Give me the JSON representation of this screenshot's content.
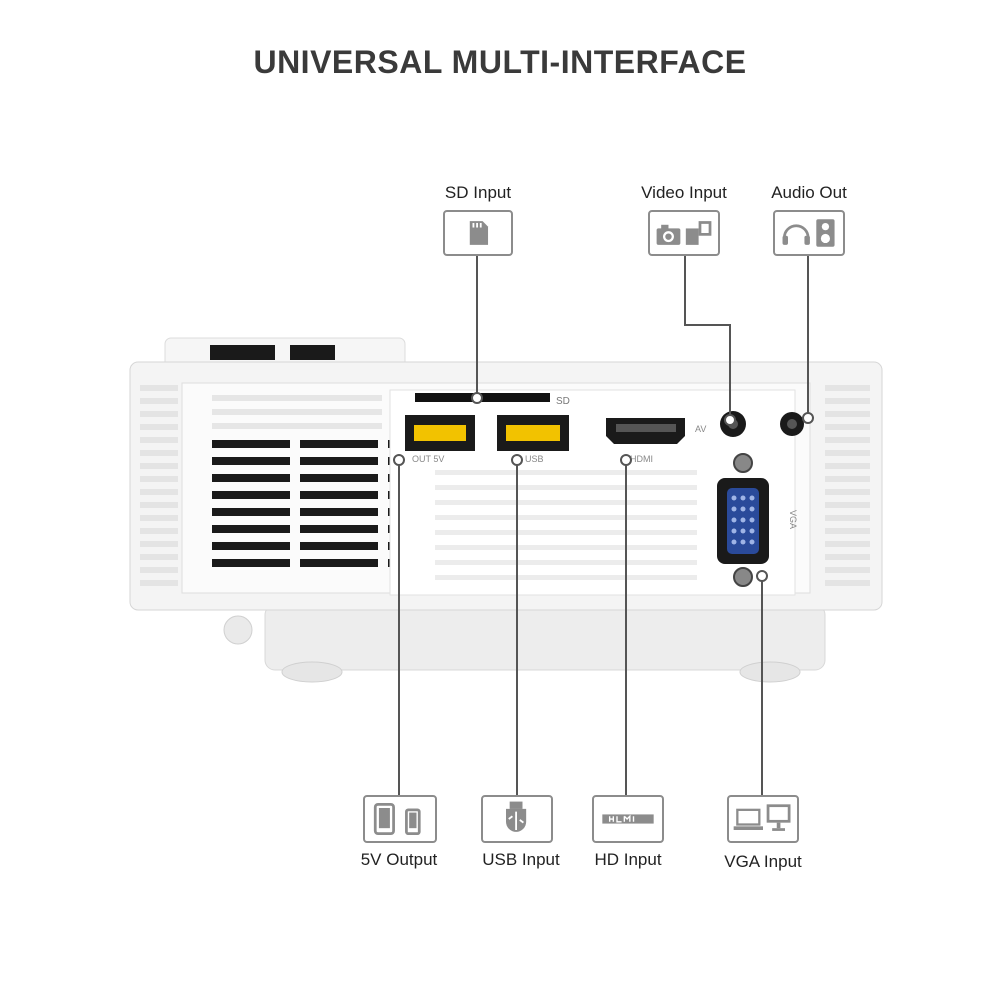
{
  "title": "UNIVERSAL MULTI-INTERFACE",
  "top_labels": {
    "sd": "SD Input",
    "video": "Video Input",
    "audio": "Audio Out"
  },
  "bottom_labels": {
    "five_v": "5V Output",
    "usb": "USB Input",
    "hd": "HD Input",
    "vga": "VGA Input"
  },
  "port_prints": {
    "sd": "SD",
    "out_5v": "OUT 5V",
    "usb": "USB",
    "hdmi": "HDMI",
    "av": "AV",
    "vga": "VGA"
  },
  "colors": {
    "body": "#f2f2f2",
    "vent": "#1a1a1a",
    "connector_line": "#555555",
    "vga_port": "#2a4a9a",
    "icon_border": "#8c8c8c"
  }
}
